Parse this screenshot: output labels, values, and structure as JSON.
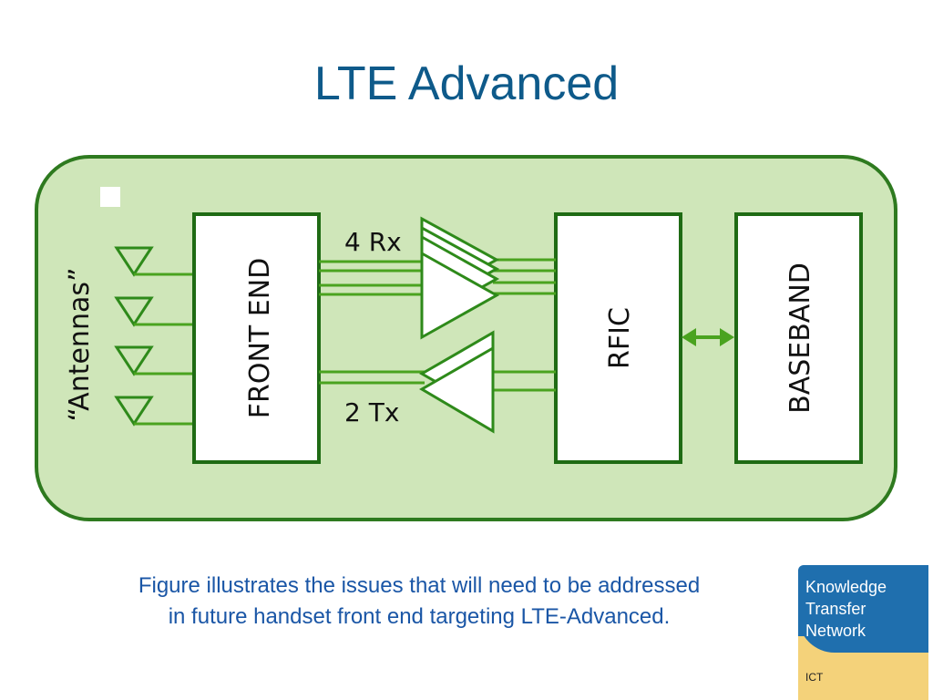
{
  "slide": {
    "title": "LTE Advanced"
  },
  "diagram": {
    "antennas_label": "“Antennas”",
    "front_end_label": "FRONT END",
    "rfic_label": "RFIC",
    "baseband_label": "BASEBAND",
    "rx_label": "4 Rx",
    "tx_label": "2 Tx",
    "antenna_count": 4,
    "rx_path_count": 4,
    "tx_path_count": 2,
    "colors": {
      "panel_fill": "#cfe6b9",
      "panel_stroke": "#2e7a1f",
      "line": "#4aa31f",
      "block_fill": "#ffffff",
      "block_stroke": "#1f6b14"
    }
  },
  "caption": {
    "line1": "Figure illustrates the issues that will need to be addressed",
    "line2": "in future handset front end targeting LTE-Advanced."
  },
  "logo": {
    "line1": "Knowledge",
    "line2": "Transfer",
    "line3": "Network",
    "sub": "ICT"
  }
}
